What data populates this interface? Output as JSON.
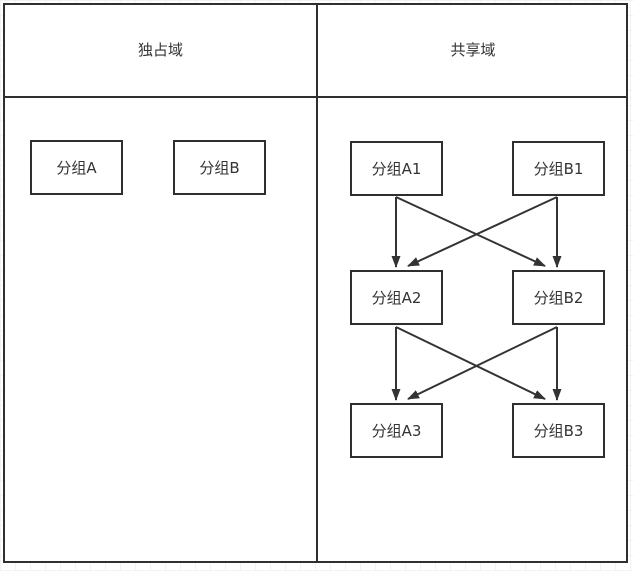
{
  "diagram": {
    "columns": {
      "left": {
        "header": "独占域"
      },
      "right": {
        "header": "共享域"
      }
    },
    "left_nodes": [
      {
        "id": "A",
        "label": "分组A"
      },
      {
        "id": "B",
        "label": "分组B"
      }
    ],
    "shared_nodes": [
      {
        "id": "A1",
        "label": "分组A1"
      },
      {
        "id": "B1",
        "label": "分组B1"
      },
      {
        "id": "A2",
        "label": "分组A2"
      },
      {
        "id": "B2",
        "label": "分组B2"
      },
      {
        "id": "A3",
        "label": "分组A3"
      },
      {
        "id": "B3",
        "label": "分组B3"
      }
    ],
    "edges": [
      {
        "from": "分组A1",
        "to": "分组A2"
      },
      {
        "from": "分组A1",
        "to": "分组B2"
      },
      {
        "from": "分组B1",
        "to": "分组A2"
      },
      {
        "from": "分组B1",
        "to": "分组B2"
      },
      {
        "from": "分组A2",
        "to": "分组A3"
      },
      {
        "from": "分组A2",
        "to": "分组B3"
      },
      {
        "from": "分组B2",
        "to": "分组A3"
      },
      {
        "from": "分组B2",
        "to": "分组B3"
      }
    ],
    "colors": {
      "stroke": "#2f2f2f",
      "text": "#333333",
      "fill": "#ffffff",
      "grid": "#f2f2f2"
    }
  }
}
